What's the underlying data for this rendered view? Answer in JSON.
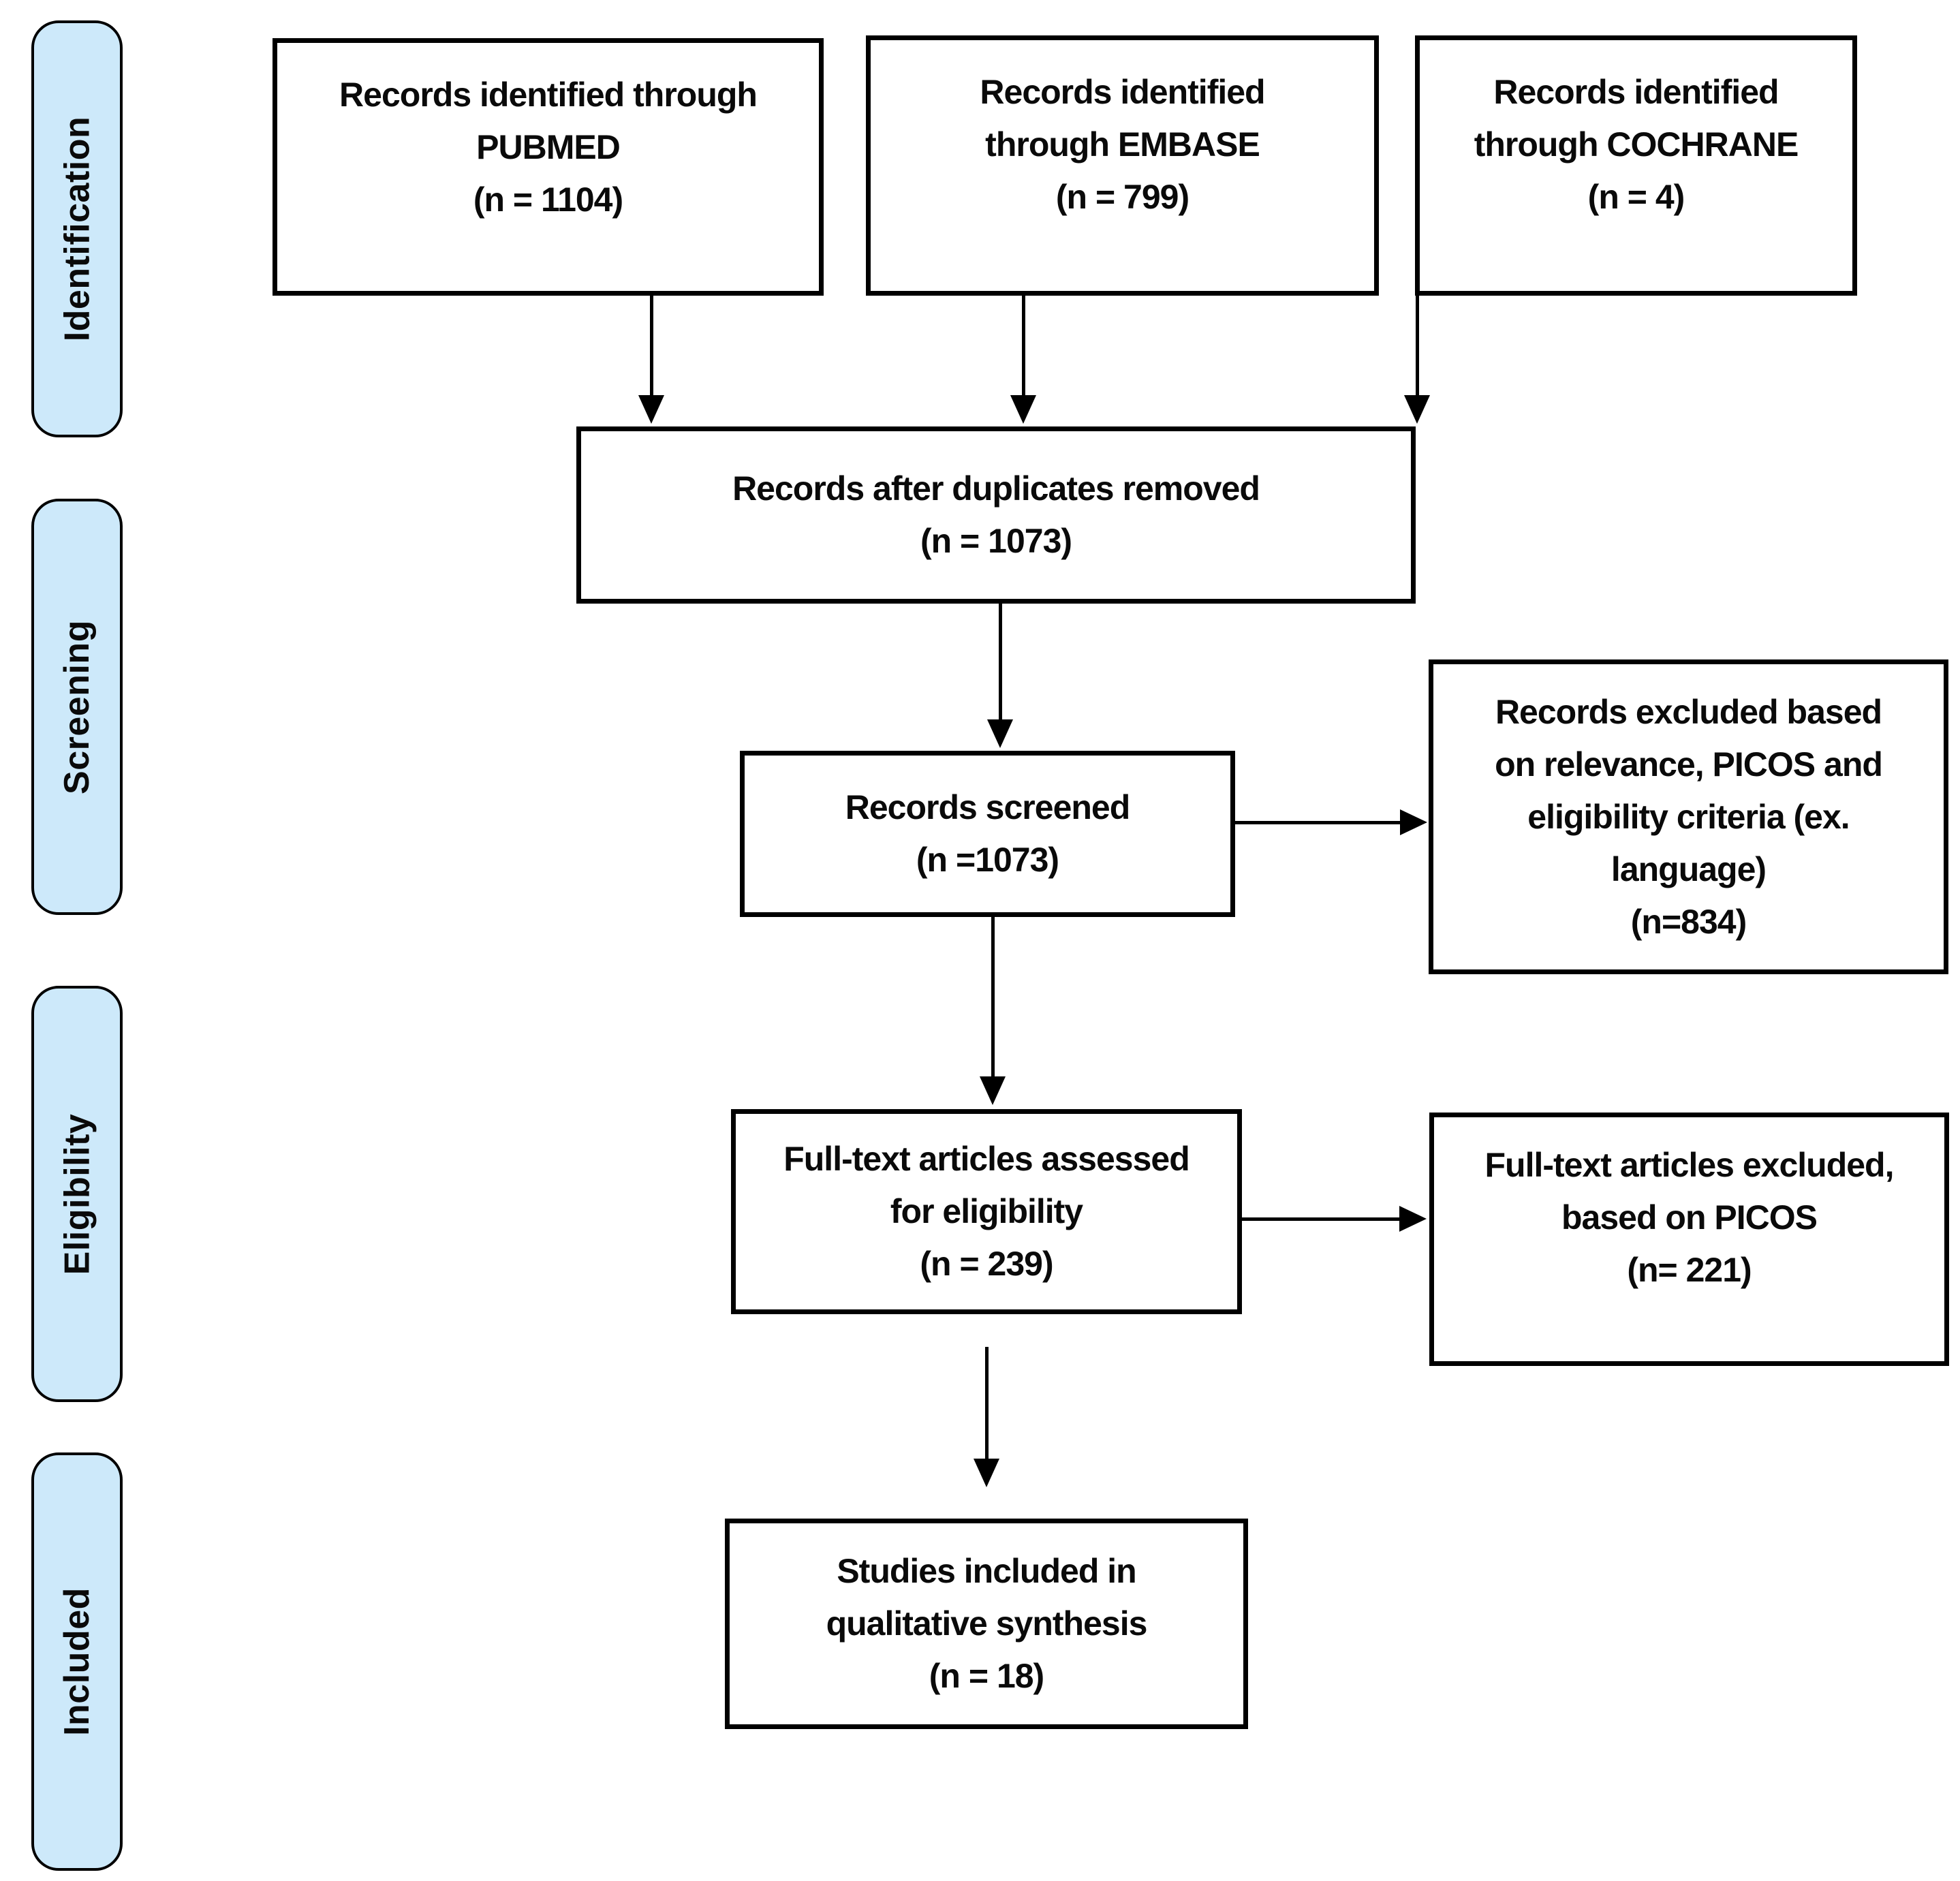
{
  "sidebar": {
    "stages": [
      {
        "id": "identification",
        "label": "Identification"
      },
      {
        "id": "screening",
        "label": "Screening"
      },
      {
        "id": "eligibility",
        "label": "Eligibility"
      },
      {
        "id": "included",
        "label": "Included"
      }
    ]
  },
  "boxes": {
    "pubmed": {
      "lines": [
        "Records identified through",
        "PUBMED",
        "(n = 1104)"
      ]
    },
    "embase": {
      "lines": [
        "Records identified",
        "through EMBASE",
        "(n = 799)"
      ]
    },
    "cochrane": {
      "lines": [
        "Records identified",
        "through COCHRANE",
        "(n = 4)"
      ]
    },
    "duplicates_removed": {
      "lines": [
        "Records after duplicates removed",
        "(n = 1073)"
      ]
    },
    "records_screened": {
      "lines": [
        "Records screened",
        "(n =1073)"
      ]
    },
    "records_excluded": {
      "lines": [
        "Records excluded based",
        "on relevance, PICOS and",
        "eligibility criteria (ex.",
        "language)",
        "(n=834)"
      ]
    },
    "fulltext_assessed": {
      "lines": [
        "Full-text articles assessed",
        "for eligibility",
        "(n = 239)"
      ]
    },
    "fulltext_excluded": {
      "lines": [
        "Full-text articles excluded,",
        "based on PICOS",
        "(n= 221)"
      ]
    },
    "studies_included": {
      "lines": [
        "Studies included in",
        "qualitative synthesis",
        "(n = 18)"
      ]
    }
  },
  "colors": {
    "stage_fill": "#cde9fa",
    "box_fill": "#ffffff",
    "line_color": "#000000"
  }
}
